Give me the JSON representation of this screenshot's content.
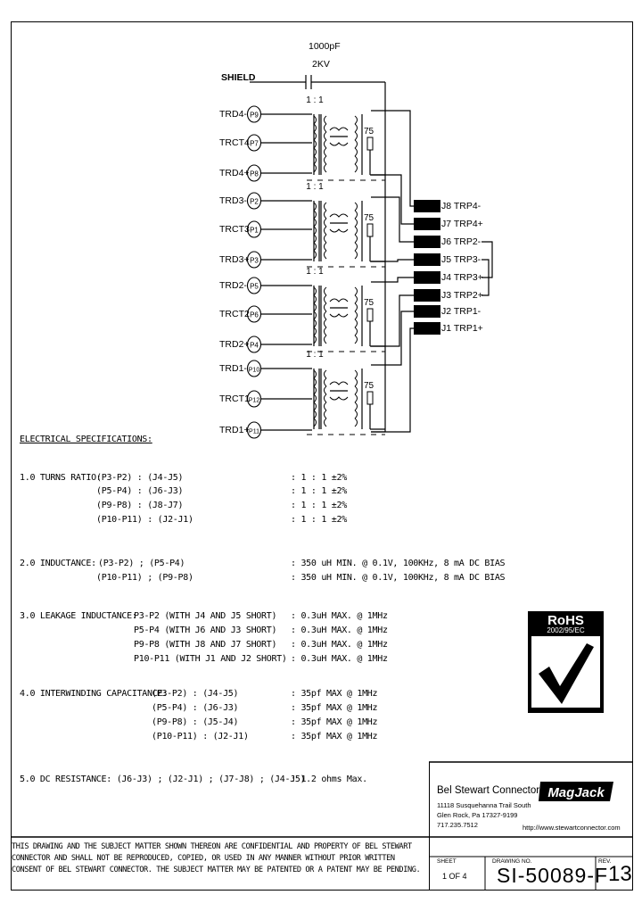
{
  "capacitor": {
    "value": "1000pF",
    "voltage": "2KV"
  },
  "shield_label": "SHIELD",
  "ratio_label": "1 : 1",
  "resistor_value": "75",
  "pins": [
    {
      "signal": "TRD4-",
      "pin": "P9"
    },
    {
      "signal": "TRCT4",
      "pin": "P7"
    },
    {
      "signal": "TRD4+",
      "pin": "P8"
    },
    {
      "signal": "TRD3-",
      "pin": "P2"
    },
    {
      "signal": "TRCT3",
      "pin": "P1"
    },
    {
      "signal": "TRD3+",
      "pin": "P3"
    },
    {
      "signal": "TRD2-",
      "pin": "P5"
    },
    {
      "signal": "TRCT2",
      "pin": "P6"
    },
    {
      "signal": "TRD2+",
      "pin": "P4"
    },
    {
      "signal": "TRD1-",
      "pin": "P10"
    },
    {
      "signal": "TRCT1",
      "pin": "P12"
    },
    {
      "signal": "TRD1+",
      "pin": "P11"
    }
  ],
  "jack_pins": [
    {
      "j": "J8",
      "name": "TRP4-"
    },
    {
      "j": "J7",
      "name": "TRP4+"
    },
    {
      "j": "J6",
      "name": "TRP2-"
    },
    {
      "j": "J5",
      "name": "TRP3-"
    },
    {
      "j": "J4",
      "name": "TRP3+"
    },
    {
      "j": "J3",
      "name": "TRP2+"
    },
    {
      "j": "J2",
      "name": "TRP1-"
    },
    {
      "j": "J1",
      "name": "TRP1+"
    }
  ],
  "specs": {
    "heading": "ELECTRICAL SPECIFICATIONS:",
    "turns_label": "1.0  TURNS RATIO:",
    "turns": [
      {
        "pair": "(P3-P2) : (J4-J5)",
        "value": ":  1 : 1 ±2%"
      },
      {
        "pair": "(P5-P4) : (J6-J3)",
        "value": ":  1 : 1 ±2%"
      },
      {
        "pair": "(P9-P8) : (J8-J7)",
        "value": ":  1 : 1 ±2%"
      },
      {
        "pair": "(P10-P11) : (J2-J1)",
        "value": ":  1 : 1 ±2%"
      }
    ],
    "ind_label": "2.0  INDUCTANCE:",
    "ind": [
      {
        "pair": "(P3-P2) ; (P5-P4)",
        "value": ":  350 uH MIN. @ 0.1V, 100KHz, 8 mA DC BIAS"
      },
      {
        "pair": "(P10-P11) ; (P9-P8)",
        "value": ":  350 uH MIN. @ 0.1V, 100KHz, 8 mA DC BIAS"
      }
    ],
    "leak_label": "3.0  LEAKAGE INDUCTANCE:",
    "leak": [
      {
        "pair": "P3-P2 (WITH J4 AND J5 SHORT)",
        "value": ":  0.3uH MAX. @ 1MHz"
      },
      {
        "pair": "P5-P4 (WITH J6 AND J3 SHORT)",
        "value": ":  0.3uH MAX. @ 1MHz"
      },
      {
        "pair": "P9-P8 (WITH J8 AND J7 SHORT)",
        "value": ":  0.3uH MAX. @ 1MHz"
      },
      {
        "pair": "P10-P11 (WITH J1 AND J2 SHORT)",
        "value": ":  0.3uH MAX. @ 1MHz"
      }
    ],
    "cap_label": "4.0  INTERWINDING CAPACITANCE:",
    "cap": [
      {
        "pair": "(P3-P2) : (J4-J5)",
        "value": ":  35pf MAX @ 1MHz"
      },
      {
        "pair": "(P5-P4) : (J6-J3)",
        "value": ":  35pf MAX @ 1MHz"
      },
      {
        "pair": "(P9-P8) : (J5-J4)",
        "value": ":  35pf MAX @ 1MHz"
      },
      {
        "pair": "(P10-P11) : (J2-J1)",
        "value": ":  35pf MAX @ 1MHz"
      }
    ],
    "dcr_label": "5.0  DC RESISTANCE: (J6-J3) ; (J2-J1) ; (J7-J8) ; (J4-J5)",
    "dcr_value": ":  1.2 ohms Max."
  },
  "rohs": {
    "title": "RoHS",
    "sub": "2002/95/EC"
  },
  "company": {
    "name": "Bel Stewart Connector",
    "addr1": "11118 Susquehanna Trail South",
    "addr2": "Glen Rock, Pa 17327-9199",
    "phone": "717.235.7512",
    "logo": "MagJack",
    "url": "http://www.stewartconnector.com"
  },
  "notice": "THIS DRAWING AND THE SUBJECT MATTER SHOWN THEREON ARE CONFIDENTIAL AND PROPERTY OF BEL STEWART CONNECTOR AND SHALL NOT BE REPRODUCED, COPIED, OR USED IN ANY MANNER WITHOUT PRIOR WRITTEN CONSENT OF BEL STEWART CONNECTOR. THE SUBJECT MATTER MAY BE PATENTED OR A PATENT MAY BE PENDING.",
  "titleblock": {
    "sheet_label": "SHEET",
    "sheet_value": "1 OF 4",
    "drawing_label": "DRAWING NO.",
    "drawing_value": "SI-50089-F",
    "rev_label": "REV.",
    "rev_value": "13"
  }
}
